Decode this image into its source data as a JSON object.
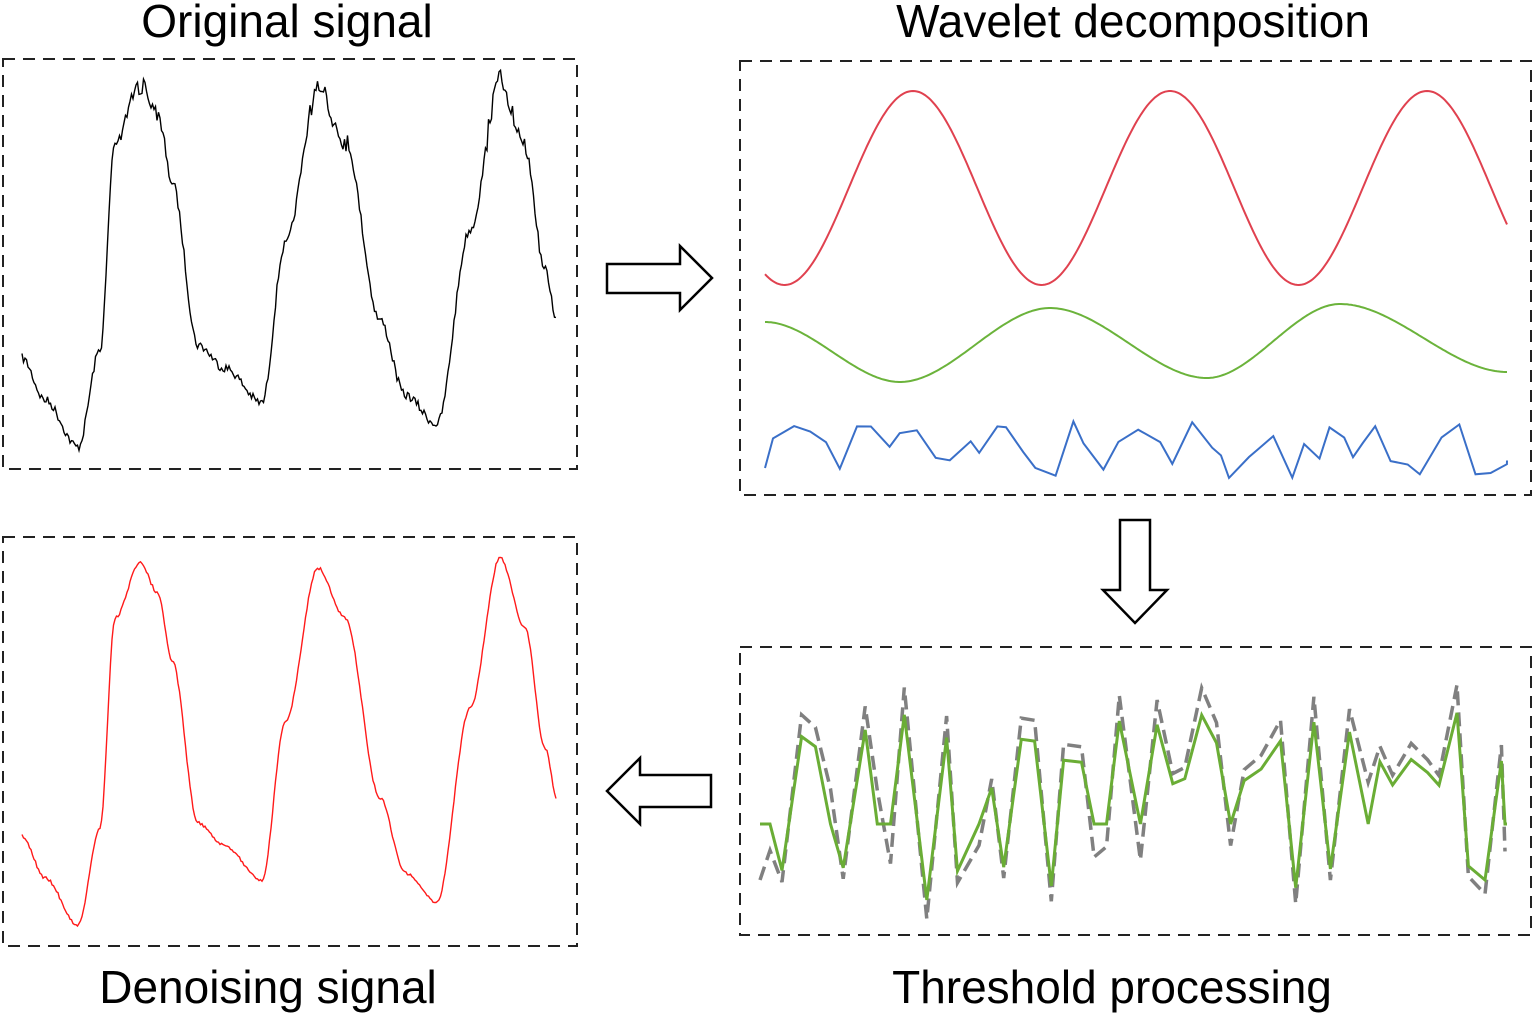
{
  "panels": {
    "original": {
      "title": "Original signal"
    },
    "wavelet": {
      "title": "Wavelet decomposition"
    },
    "threshold": {
      "title": "Threshold processing"
    },
    "denoised": {
      "title": "Denoising signal"
    }
  },
  "colors": {
    "original_signal": "#000000",
    "approximation": "#e0414f",
    "detail_low": "#6bb33b",
    "detail_high": "#3a6fc8",
    "thresholded": "#6aad35",
    "raw_detail": "#808080",
    "denoised_signal": "#ff1a1a"
  },
  "flow": [
    "original",
    "wavelet",
    "threshold",
    "denoised"
  ]
}
